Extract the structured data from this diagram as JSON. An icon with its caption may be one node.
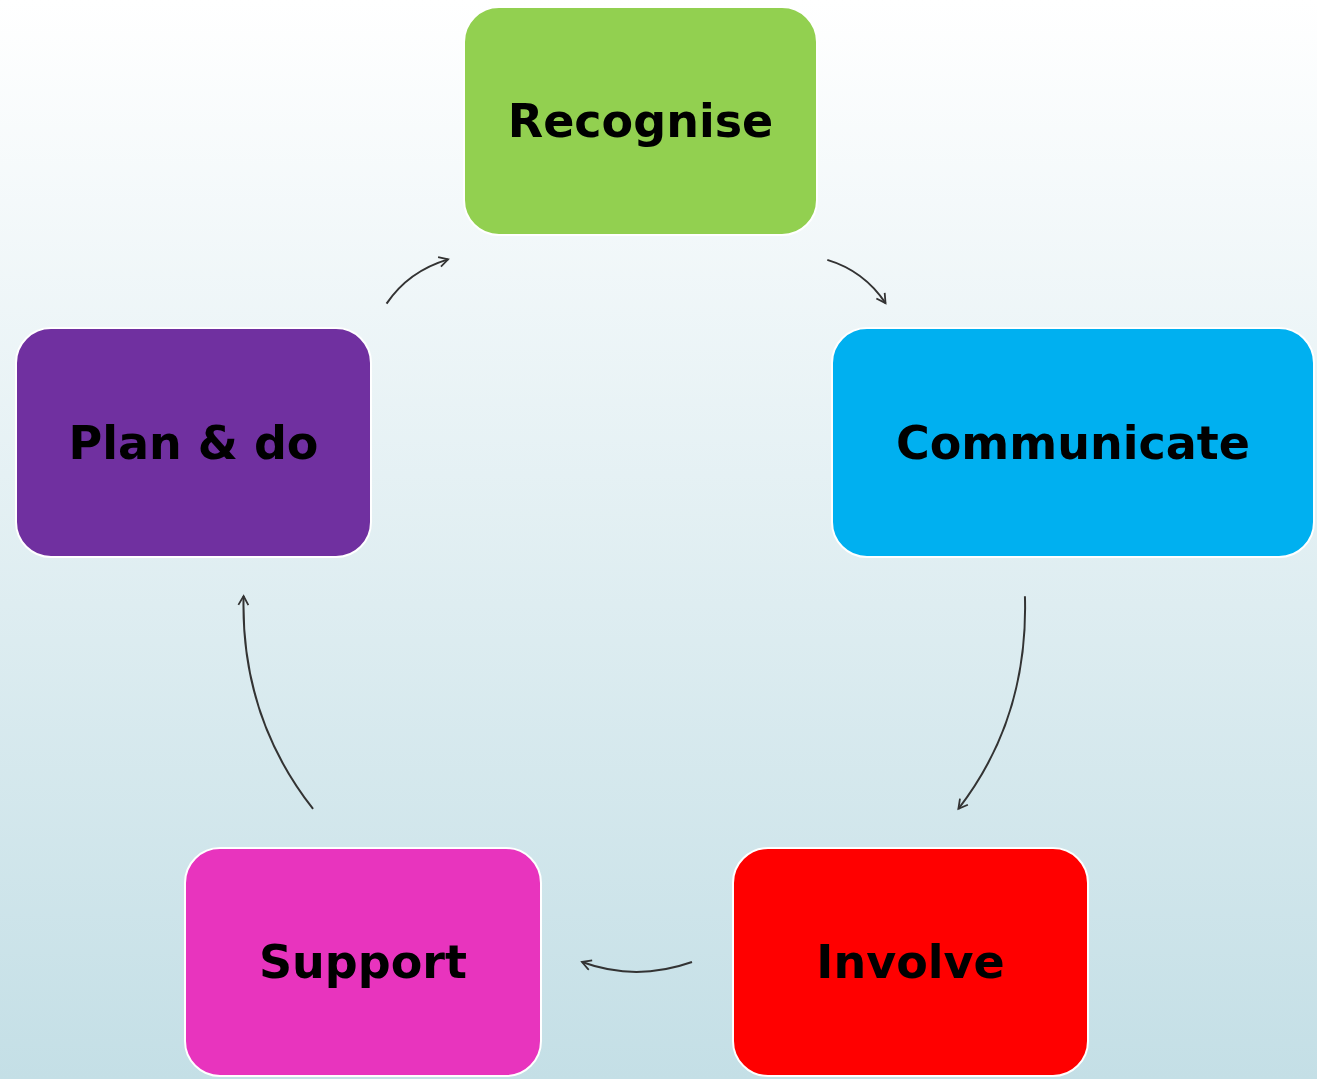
{
  "diagram": {
    "nodes": [
      {
        "text": [
          "Recognise"
        ]
      },
      {
        "text": [
          "Communicate"
        ]
      },
      {
        "text": [
          "Involve"
        ]
      },
      {
        "text": [
          "Support"
        ]
      },
      {
        "text": [
          "Plan & do"
        ]
      }
    ],
    "edges": [
      {
        "from": 0,
        "to": 1,
        "arrow": "to"
      },
      {
        "from": 1,
        "to": 2,
        "arrow": "to"
      },
      {
        "from": 2,
        "to": 3,
        "arrow": "to"
      },
      {
        "from": 3,
        "to": 4,
        "arrow": "to"
      },
      {
        "from": 4,
        "to": 0,
        "arrow": "to"
      }
    ]
  }
}
